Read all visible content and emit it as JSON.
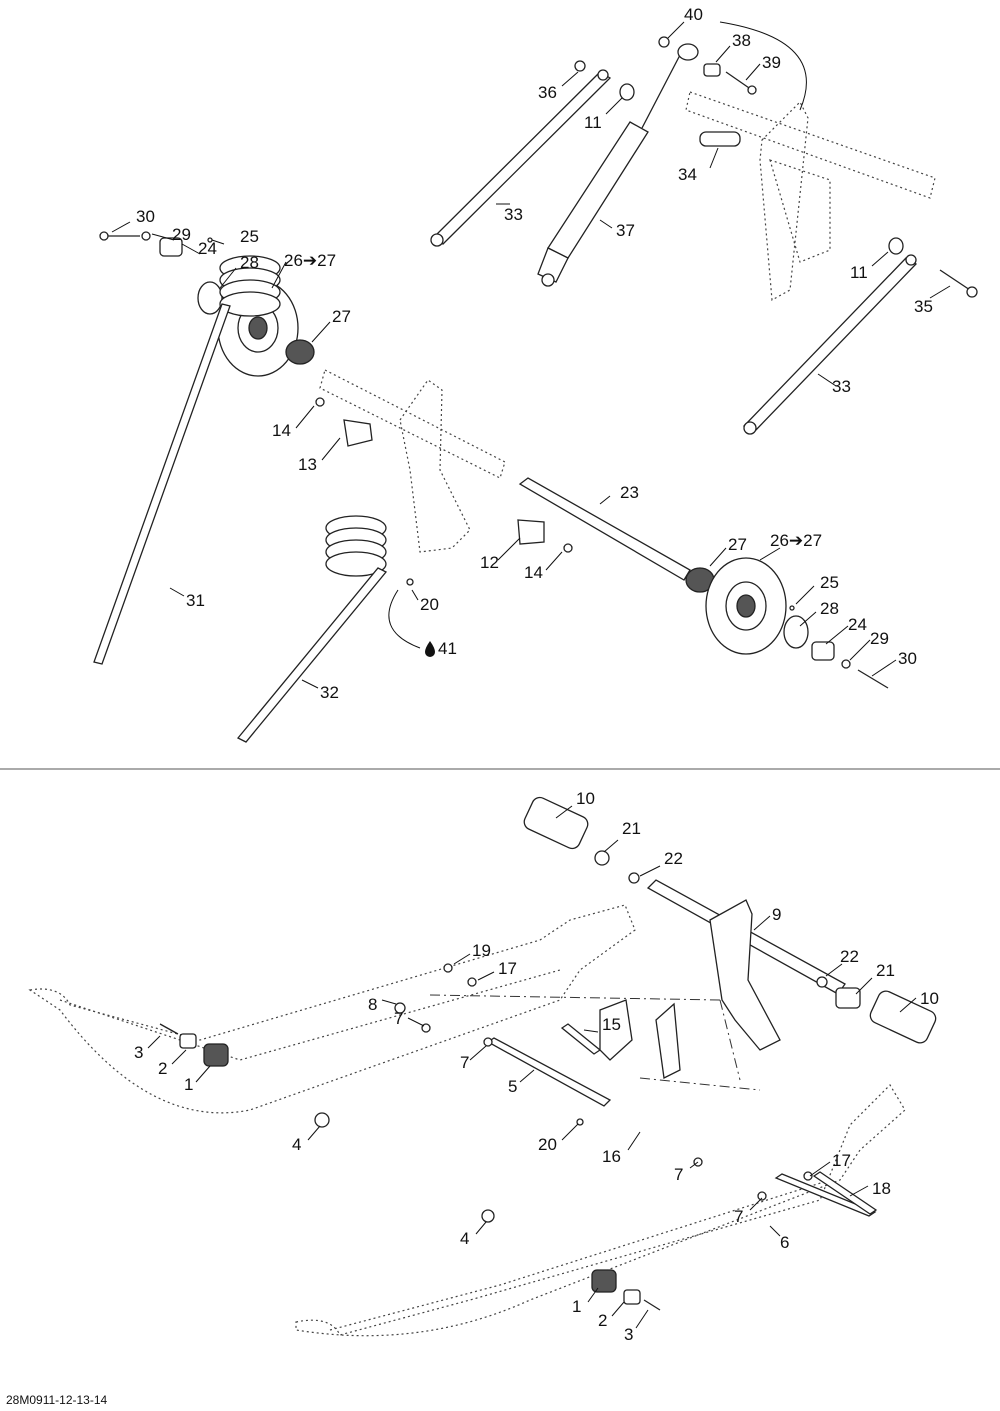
{
  "diagram_code": "28M0911-12-13-14",
  "callouts_top": {
    "c40": "40",
    "c38": "38",
    "c39": "39",
    "c36": "36",
    "c11a": "11",
    "c34": "34",
    "c33a": "33",
    "c37": "37",
    "c11b": "11",
    "c35": "35",
    "c33b": "33",
    "c30a": "30",
    "c29a": "29",
    "c24a": "24",
    "c25a": "25",
    "c28a": "28",
    "c2627a": "26➔27",
    "c27a": "27",
    "c14a": "14",
    "c13": "13",
    "c23": "23",
    "c31": "31",
    "c32": "32",
    "c12": "12",
    "c14b": "14",
    "c20a": "20",
    "c41": "41",
    "c27b": "27",
    "c2627b": "26➔27",
    "c25b": "25",
    "c28b": "28",
    "c24b": "24",
    "c29b": "29",
    "c30b": "30"
  },
  "callouts_bottom": {
    "c10a": "10",
    "c21a": "21",
    "c22a": "22",
    "c9": "9",
    "c22b": "22",
    "c21b": "21",
    "c10b": "10",
    "c19": "19",
    "c17a": "17",
    "c8": "8",
    "c7a": "7",
    "c15": "15",
    "c3a": "3",
    "c2a": "2",
    "c1a": "1",
    "c7b": "7",
    "c5": "5",
    "c4a": "4",
    "c20b": "20",
    "c16": "16",
    "c7c": "7",
    "c17b": "17",
    "c18": "18",
    "c7d": "7",
    "c6": "6",
    "c4b": "4",
    "c1b": "1",
    "c2b": "2",
    "c3b": "3"
  },
  "icons": {
    "oil": "oil-drop-icon"
  }
}
